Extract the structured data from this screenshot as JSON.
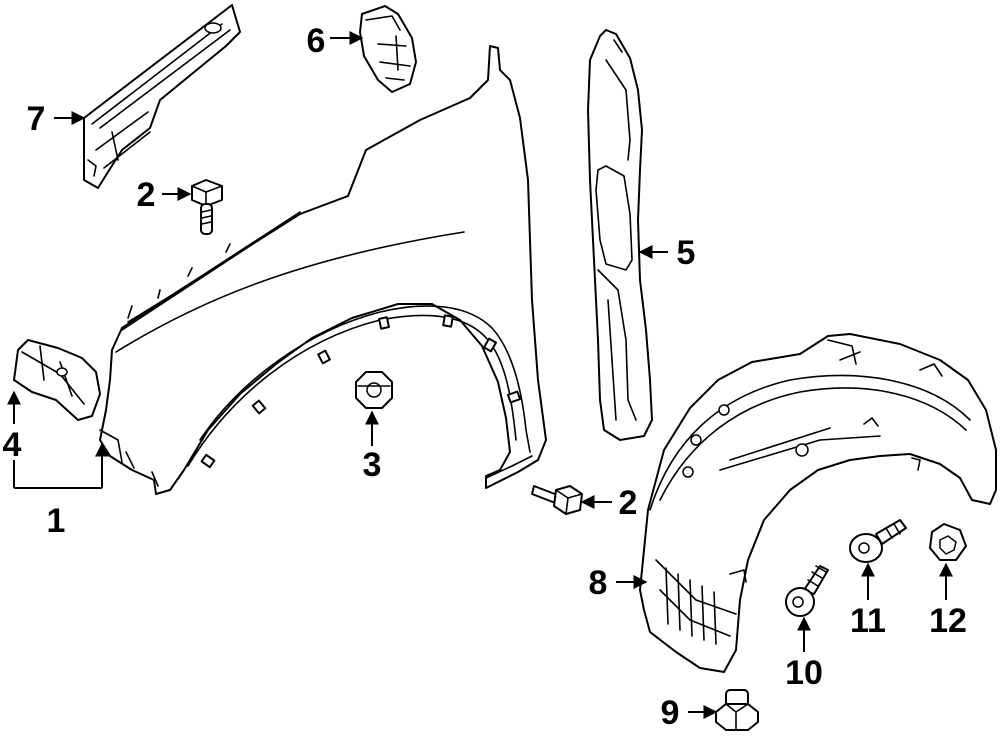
{
  "callouts": [
    {
      "id": "c1",
      "number": "1"
    },
    {
      "id": "c2a",
      "number": "2"
    },
    {
      "id": "c2b",
      "number": "2"
    },
    {
      "id": "c3",
      "number": "3"
    },
    {
      "id": "c4",
      "number": "4"
    },
    {
      "id": "c5",
      "number": "5"
    },
    {
      "id": "c6",
      "number": "6"
    },
    {
      "id": "c7",
      "number": "7"
    },
    {
      "id": "c8",
      "number": "8"
    },
    {
      "id": "c9",
      "number": "9"
    },
    {
      "id": "c10",
      "number": "10"
    },
    {
      "id": "c11",
      "number": "11"
    },
    {
      "id": "c12",
      "number": "12"
    }
  ],
  "style": {
    "line_color": "#000000",
    "background": "#ffffff"
  }
}
